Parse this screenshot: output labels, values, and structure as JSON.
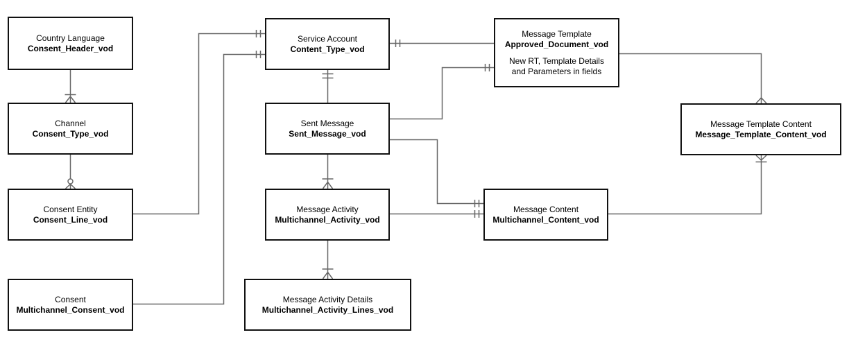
{
  "diagram": {
    "type": "entity-relationship-diagram",
    "entities": {
      "country_language": {
        "label": "Country Language",
        "api_name": "Consent_Header_vod"
      },
      "channel": {
        "label": "Channel",
        "api_name": "Consent_Type_vod"
      },
      "consent_entity": {
        "label": "Consent Entity",
        "api_name": "Consent_Line_vod"
      },
      "consent": {
        "label": "Consent",
        "api_name": "Multichannel_Consent_vod"
      },
      "service_account": {
        "label": "Service Account",
        "api_name": "Content_Type_vod"
      },
      "sent_message": {
        "label": "Sent Message",
        "api_name": "Sent_Message_vod"
      },
      "message_activity": {
        "label": "Message Activity",
        "api_name": "Multichannel_Activity_vod"
      },
      "message_activity_details": {
        "label": "Message Activity Details",
        "api_name": "Multichannel_Activity_Lines_vod"
      },
      "message_template": {
        "label": "Message Template",
        "api_name": "Approved_Document_vod",
        "note_line1": "New RT, Template Details",
        "note_line2": "and Parameters in fields"
      },
      "message_content": {
        "label": "Message Content",
        "api_name": "Multichannel_Content_vod"
      },
      "message_template_content": {
        "label": "Message Template Content",
        "api_name": "Message_Template_Content_vod"
      }
    },
    "relationships": [
      {
        "from": "country_language",
        "to": "channel",
        "notation_at_to": "one-bar-and-crow-foot"
      },
      {
        "from": "channel",
        "to": "consent_entity",
        "notation_at_to": "zero-circle-and-crow-foot"
      },
      {
        "from": "consent_entity",
        "to": "service_account",
        "notation_at_to": "double-tick-one"
      },
      {
        "from": "consent",
        "to": "service_account",
        "notation_at_to": "double-tick-one"
      },
      {
        "from": "service_account",
        "to": "sent_message",
        "notation_at_from": "double-tick-one"
      },
      {
        "from": "service_account",
        "to": "message_template",
        "notation_at_from": "double-tick-one"
      },
      {
        "from": "sent_message",
        "to": "message_template",
        "notation_at_to": "double-tick-one"
      },
      {
        "from": "sent_message",
        "to": "message_content",
        "notation_at_to": "double-tick-one"
      },
      {
        "from": "sent_message",
        "to": "message_activity",
        "notation_at_to": "one-bar-and-crow-foot"
      },
      {
        "from": "message_activity",
        "to": "message_content",
        "notation_at_to": "double-tick-one"
      },
      {
        "from": "message_activity",
        "to": "message_activity_details",
        "notation_at_to": "one-bar-and-crow-foot"
      },
      {
        "from": "message_template",
        "to": "message_template_content",
        "notation_at_to": "crow-foot-many"
      },
      {
        "from": "message_template_content",
        "to": "message_content",
        "notation_at_from": "crow-foot-and-bar"
      }
    ]
  },
  "colors": {
    "background": "#ffffff",
    "box_fill": "#ffffff",
    "box_border": "#111111",
    "connector": "#666666",
    "text": "#000000"
  }
}
